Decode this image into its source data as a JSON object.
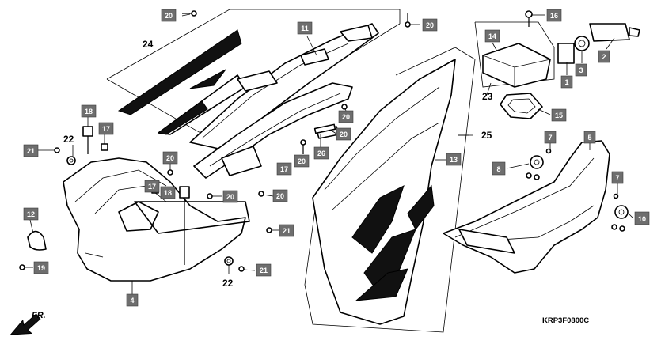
{
  "callouts": [
    {
      "id": "c20a",
      "label": "20"
    },
    {
      "id": "c11",
      "label": "11"
    },
    {
      "id": "c20b",
      "label": "20"
    },
    {
      "id": "c14",
      "label": "14"
    },
    {
      "id": "c16",
      "label": "16"
    },
    {
      "id": "c2",
      "label": "2"
    },
    {
      "id": "c3",
      "label": "3"
    },
    {
      "id": "c1",
      "label": "1"
    },
    {
      "id": "c15",
      "label": "15"
    },
    {
      "id": "c18a",
      "label": "18"
    },
    {
      "id": "c17a",
      "label": "17"
    },
    {
      "id": "c21a",
      "label": "21"
    },
    {
      "id": "c20c",
      "label": "20"
    },
    {
      "id": "c20d",
      "label": "20"
    },
    {
      "id": "c20e",
      "label": "20"
    },
    {
      "id": "c26",
      "label": "26"
    },
    {
      "id": "c17b",
      "label": "17"
    },
    {
      "id": "c20f",
      "label": "20"
    },
    {
      "id": "c17c",
      "label": "17"
    },
    {
      "id": "c18b",
      "label": "18"
    },
    {
      "id": "c20g",
      "label": "20"
    },
    {
      "id": "c20h",
      "label": "20"
    },
    {
      "id": "c13",
      "label": "13"
    },
    {
      "id": "c7a",
      "label": "7"
    },
    {
      "id": "c5",
      "label": "5"
    },
    {
      "id": "c8",
      "label": "8"
    },
    {
      "id": "c7b",
      "label": "7"
    },
    {
      "id": "c10",
      "label": "10"
    },
    {
      "id": "c12",
      "label": "12"
    },
    {
      "id": "c19",
      "label": "19"
    },
    {
      "id": "c21b",
      "label": "21"
    },
    {
      "id": "c21c",
      "label": "21"
    },
    {
      "id": "c4",
      "label": "4"
    }
  ],
  "plain_labels": {
    "p24": "24",
    "p22a": "22",
    "p22b": "22",
    "p23": "23",
    "p25": "25"
  },
  "direction_label": "FR.",
  "diagram_code": "KRP3F0800C"
}
